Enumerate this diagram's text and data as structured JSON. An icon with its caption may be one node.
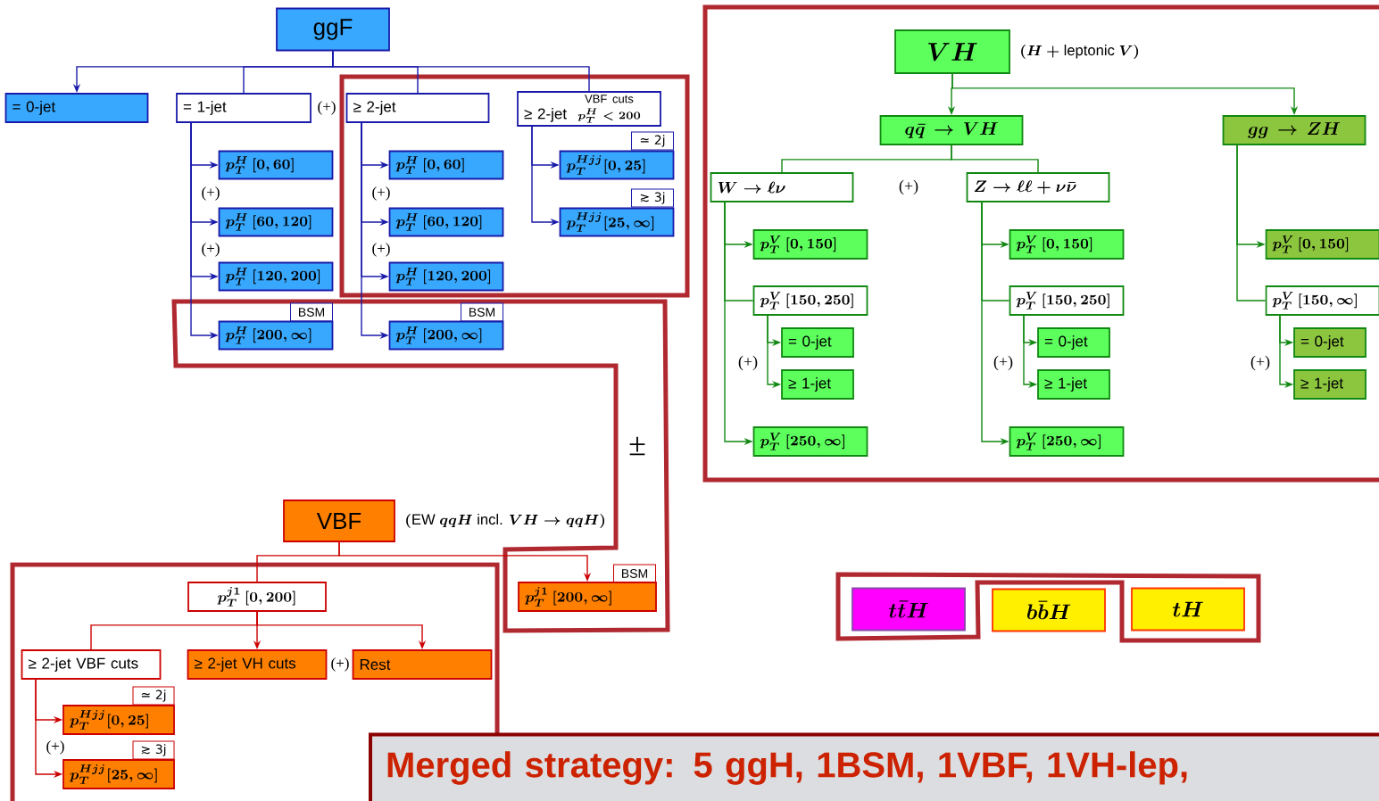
{
  "diagram": {
    "nodes": [
      {
        "text": [
          "ggF"
        ]
      },
      {
        "text": [
          "= 0-jet"
        ]
      },
      {
        "text": [
          "= 1-jet"
        ]
      },
      {
        "text": [
          "≥ 2-jet"
        ]
      },
      {
        "text": [
          "≥ 2-jet",
          "VBF cuts",
          "p_T^H<200"
        ]
      },
      {
        "text": [
          "p_T^H\\,[0,60]"
        ]
      },
      {
        "text": [
          "p_T^H\\,[60,120]"
        ]
      },
      {
        "text": [
          "p_T^H\\,[120,200]"
        ]
      },
      {
        "text": [
          "BSM"
        ]
      },
      {
        "text": [
          "p_T^H\\,[200,\\infty]"
        ]
      },
      {
        "text": [
          "p_T^H\\,[0,60]"
        ]
      },
      {
        "text": [
          "p_T^H\\,[60,120]"
        ]
      },
      {
        "text": [
          "p_T^H\\,[120,200]"
        ]
      },
      {
        "text": [
          "BSM"
        ]
      },
      {
        "text": [
          "p_T^H\\,[200,\\infty]"
        ]
      },
      {
        "text": [
          "≃ 2j"
        ]
      },
      {
        "text": [
          "p_T^{Hjj}[0,25]"
        ]
      },
      {
        "text": [
          "≳ 3j"
        ]
      },
      {
        "text": [
          "p_T^{Hjj}[25,\\infty]"
        ]
      },
      {
        "text": [
          "VH"
        ],
        "beside": [
          "(H+\\text{leptonic }V)"
        ]
      },
      {
        "text": [
          "q\\bar{q}\\rightarrow VH"
        ]
      },
      {
        "text": [
          "gg\\rightarrow ZH"
        ]
      },
      {
        "text": [
          "W\\rightarrow\\ell\\nu"
        ]
      },
      {
        "text": [
          "Z\\rightarrow\\ell\\ell+\\nu\\bar{\\nu}"
        ]
      },
      {
        "text": [
          "p_T^V\\,[0,150]"
        ]
      },
      {
        "text": [
          "p_T^V\\,[150,250]"
        ]
      },
      {
        "text": [
          "= 0-jet"
        ]
      },
      {
        "text": [
          "≥ 1-jet"
        ]
      },
      {
        "text": [
          "p_T^V\\,[250,\\infty]"
        ]
      },
      {
        "text": [
          "p_T^V\\,[0,150]"
        ]
      },
      {
        "text": [
          "p_T^V\\,[150,250]"
        ]
      },
      {
        "text": [
          "= 0-jet"
        ]
      },
      {
        "text": [
          "≥ 1-jet"
        ]
      },
      {
        "text": [
          "p_T^V\\,[250,\\infty]"
        ]
      },
      {
        "text": [
          "p_T^V\\,[0,150]"
        ]
      },
      {
        "text": [
          "p_T^V\\,[150,\\infty]"
        ]
      },
      {
        "text": [
          "= 0-jet"
        ]
      },
      {
        "text": [
          "≥ 1-jet"
        ]
      },
      {
        "text": [
          "VBF"
        ],
        "beside": [
          "(\\text{EW }qqH\\text{ incl. }VH\\rightarrow qqH)"
        ]
      },
      {
        "text": [
          "p_T^{j1}\\,[0,200]"
        ]
      },
      {
        "text": [
          "BSM"
        ]
      },
      {
        "text": [
          "p_T^{j1}\\,[200,\\infty]"
        ]
      },
      {
        "text": [
          "≥ 2-jet VBF cuts"
        ]
      },
      {
        "text": [
          "≥ 2-jet VH cuts"
        ]
      },
      {
        "text": [
          "Rest"
        ]
      },
      {
        "text": [
          "≃ 2j"
        ]
      },
      {
        "text": [
          "p_T^{Hjj}[0,25]"
        ]
      },
      {
        "text": [
          "≳ 3j"
        ]
      },
      {
        "text": [
          "p_T^{Hjj}[25,\\infty]"
        ]
      },
      {
        "text": [
          "t\\bar{t}H"
        ]
      },
      {
        "text": [
          "b\\bar{b}H"
        ]
      },
      {
        "text": [
          "tH"
        ]
      },
      {
        "text": [
          "Merged strategy: 5 ggH, 1BSM, 1VBF, 1VH-lep,"
        ]
      }
    ],
    "edges": [
      {
        "from": 0,
        "to": 1,
        "arrow": "to",
        "color": "#1a1aaa"
      },
      {
        "from": 0,
        "to": 2,
        "arrow": "none",
        "color": "#1a1aaa"
      },
      {
        "from": 0,
        "to": 3,
        "arrow": "none",
        "color": "#1a1aaa"
      },
      {
        "from": 0,
        "to": 4,
        "arrow": "none",
        "color": "#1a1aaa"
      },
      {
        "from": 2,
        "to": 5,
        "arrow": "to",
        "color": "#1a1aaa"
      },
      {
        "from": 2,
        "to": 6,
        "arrow": "to",
        "color": "#1a1aaa"
      },
      {
        "from": 2,
        "to": 7,
        "arrow": "to",
        "color": "#1a1aaa"
      },
      {
        "from": 2,
        "to": 9,
        "arrow": "to",
        "color": "#1a1aaa"
      },
      {
        "from": 3,
        "to": 10,
        "arrow": "to",
        "color": "#1a1aaa"
      },
      {
        "from": 3,
        "to": 11,
        "arrow": "to",
        "color": "#1a1aaa"
      },
      {
        "from": 3,
        "to": 12,
        "arrow": "to",
        "color": "#1a1aaa"
      },
      {
        "from": 3,
        "to": 14,
        "arrow": "to",
        "color": "#1a1aaa"
      },
      {
        "from": 4,
        "to": 16,
        "arrow": "to",
        "color": "#1a1aaa"
      },
      {
        "from": 4,
        "to": 18,
        "arrow": "to",
        "color": "#1a1aaa"
      },
      {
        "from": 19,
        "to": 20,
        "arrow": "to"
      },
      {
        "from": 19,
        "to": 21,
        "arrow": "to"
      },
      {
        "from": 20,
        "to": 22,
        "arrow": "none"
      },
      {
        "from": 20,
        "to": 23,
        "arrow": "none"
      },
      {
        "from": 22,
        "to": 24,
        "arrow": "to"
      },
      {
        "from": 22,
        "to": 25,
        "arrow": "none"
      },
      {
        "from": 22,
        "to": 28,
        "arrow": "to"
      },
      {
        "from": 25,
        "to": 26,
        "arrow": "to"
      },
      {
        "from": 25,
        "to": 27,
        "arrow": "to"
      },
      {
        "from": 23,
        "to": 29,
        "arrow": "to"
      },
      {
        "from": 23,
        "to": 30,
        "arrow": "none"
      },
      {
        "from": 23,
        "to": 33,
        "arrow": "to"
      },
      {
        "from": 30,
        "to": 31,
        "arrow": "to"
      },
      {
        "from": 30,
        "to": 32,
        "arrow": "to"
      },
      {
        "from": 21,
        "to": 34,
        "arrow": "to"
      },
      {
        "from": 21,
        "to": 35,
        "arrow": "none"
      },
      {
        "from": 35,
        "to": 36,
        "arrow": "to"
      },
      {
        "from": 35,
        "to": 37,
        "arrow": "to"
      },
      {
        "from": 38,
        "to": 39,
        "arrow": "none",
        "color": "#cc0000"
      },
      {
        "from": 38,
        "to": 41,
        "arrow": "to",
        "color": "#cc0000"
      },
      {
        "from": 39,
        "to": 42,
        "arrow": "none",
        "color": "#cc0000"
      },
      {
        "from": 39,
        "to": 43,
        "arrow": "to",
        "color": "#cc0000"
      },
      {
        "from": 39,
        "to": 44,
        "arrow": "to",
        "color": "#cc0000"
      },
      {
        "from": 42,
        "to": 46,
        "arrow": "to",
        "color": "#cc0000"
      },
      {
        "from": 42,
        "to": 48,
        "arrow": "to",
        "color": "#cc0000"
      }
    ],
    "labels": [
      "(+)",
      "(+)",
      "(+)",
      "(+)",
      "(+)",
      "(+)",
      "(+)",
      "(+)",
      "(+)",
      "±",
      "(+)",
      "(+)"
    ]
  }
}
